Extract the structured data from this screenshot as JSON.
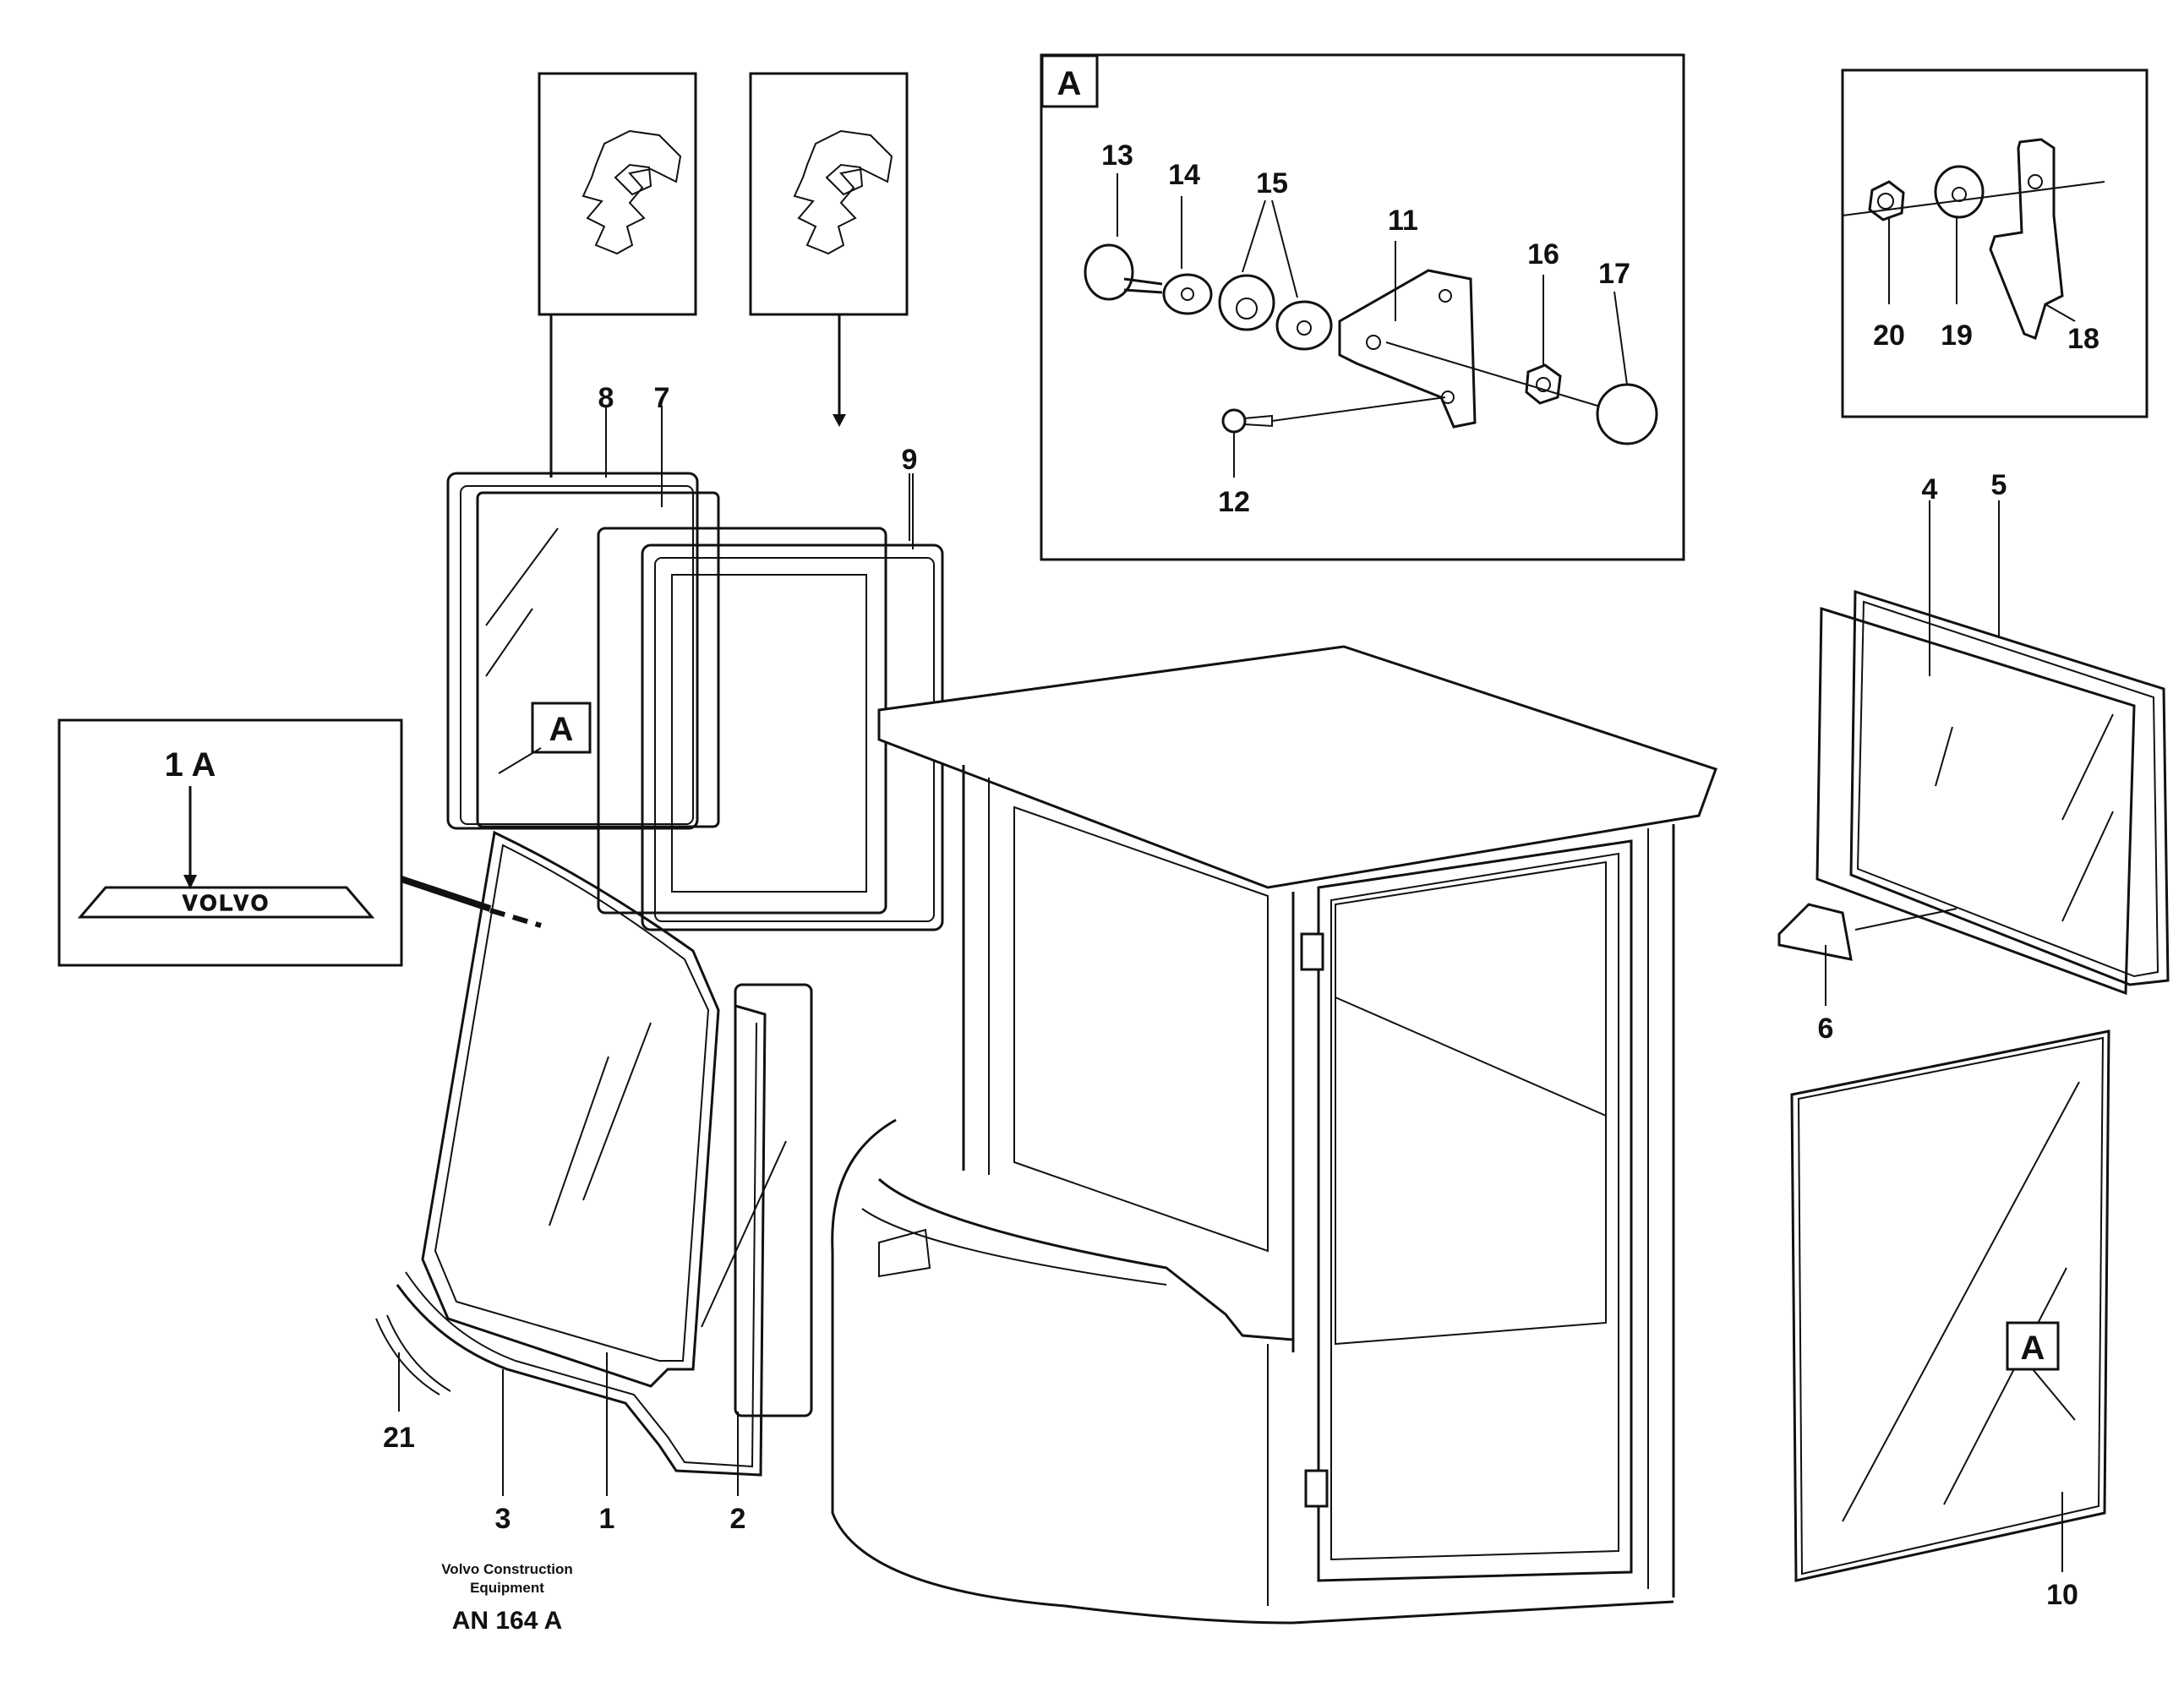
{
  "callouts": {
    "n1": "1",
    "n2": "2",
    "n3": "3",
    "n4": "4",
    "n5": "5",
    "n6": "6",
    "n7": "7",
    "n8": "8",
    "n9": "9",
    "n10": "10",
    "n11": "11",
    "n12": "12",
    "n13": "13",
    "n14": "14",
    "n15": "15",
    "n16": "16",
    "n17": "17",
    "n18": "18",
    "n19": "19",
    "n20": "20",
    "n21": "21",
    "n1a": "1 A"
  },
  "detail_label": "A",
  "emblem_text": "VOLVO",
  "footer": {
    "line1": "Volvo Construction",
    "line2": "Equipment",
    "code": "AN 164 A"
  }
}
